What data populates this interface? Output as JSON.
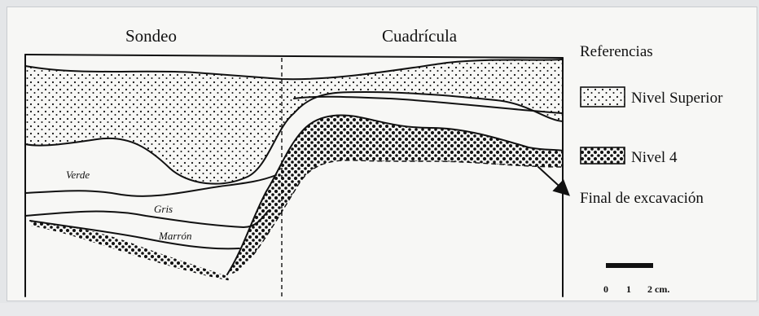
{
  "headers": {
    "sondeo": "Sondeo",
    "cuadricula": "Cuadrícula"
  },
  "layers": {
    "verde": "Verde",
    "gris": "Gris",
    "marron": "Marrón"
  },
  "legend": {
    "title": "Referencias",
    "nivel_superior": "Nivel Superior",
    "nivel_4": "Nivel 4",
    "final": "Final de excavación"
  },
  "scale": {
    "zero": "0",
    "one": "1",
    "two": "2 cm."
  },
  "colors": {
    "ink": "#111111",
    "paper": "#f7f7f5",
    "background": "#e4e6e8"
  }
}
